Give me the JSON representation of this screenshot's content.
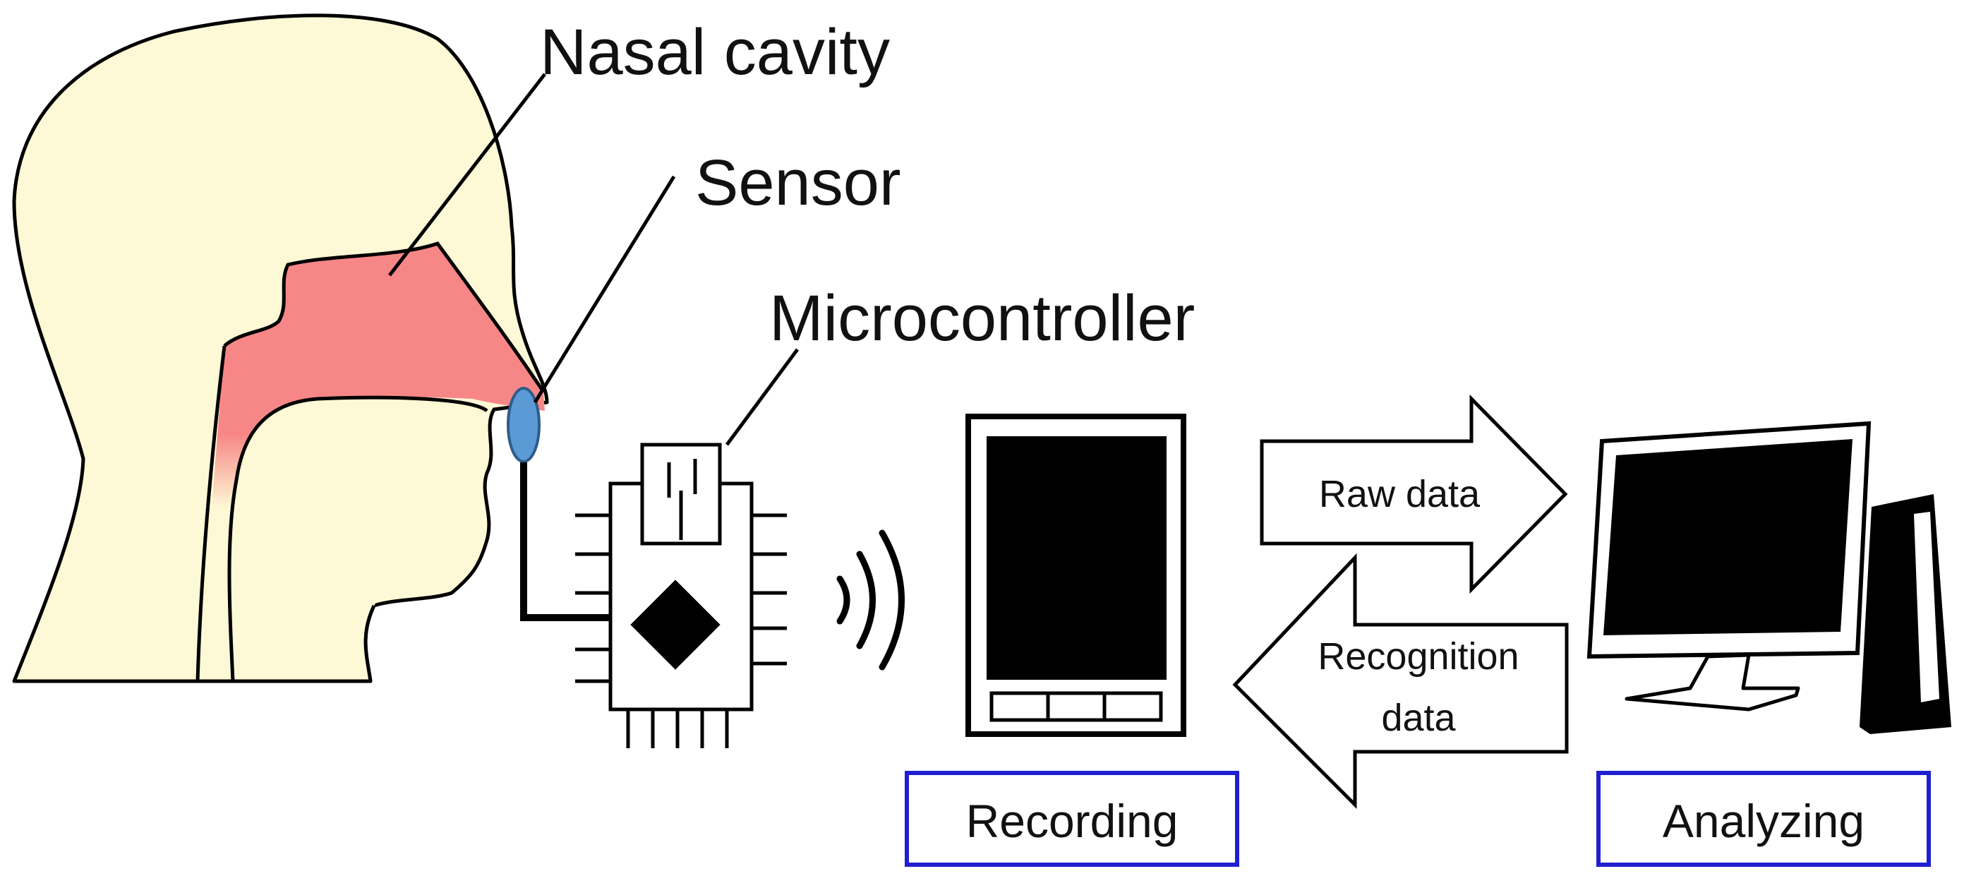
{
  "labels": {
    "nasal_cavity": "Nasal cavity",
    "sensor": "Sensor",
    "microcontroller": "Microcontroller",
    "raw_data": "Raw data",
    "recognition_data_line1": "Recognition",
    "recognition_data_line2": "data"
  },
  "stages": {
    "recording": "Recording",
    "analyzing": "Analyzing"
  },
  "colors": {
    "head_fill": "#fdf8d5",
    "cavity_fill": "#f78787",
    "sensor_fill": "#5b9bd5",
    "stage_border": "#1f1fd0",
    "device_screen": "#000000"
  }
}
